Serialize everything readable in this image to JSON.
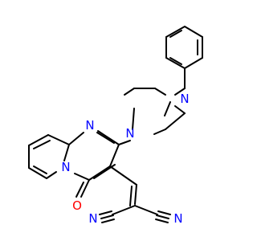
{
  "molecule": {
    "atoms": {
      "n_piperazine_top": {
        "symbol": "N",
        "color": "#0000ff"
      },
      "n_piperazine_bottom": {
        "symbol": "N",
        "color": "#0000ff"
      },
      "n_pyrimidine": {
        "symbol": "N",
        "color": "#0000ff"
      },
      "n_bridgehead": {
        "symbol": "N",
        "color": "#0000ff"
      },
      "o_carbonyl": {
        "symbol": "O",
        "color": "#ff0000"
      },
      "n_nitrile_left": {
        "symbol": "N",
        "color": "#0000ff"
      },
      "n_nitrile_right": {
        "symbol": "N",
        "color": "#0000ff"
      }
    },
    "bond_color": "#000000"
  }
}
